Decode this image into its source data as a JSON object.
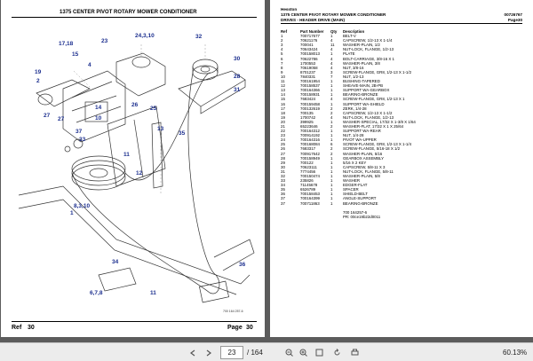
{
  "left_page": {
    "title": "1375 CENTER PIVOT ROTARY MOWER CONDITIONER",
    "footer_ref": "Ref",
    "footer_ref_num": "30",
    "footer_page": "Page",
    "footer_page_num": "30",
    "drawing_code": "700 164 257-6",
    "callouts": [
      "17,18",
      "15",
      "23",
      "24,3,10",
      "32",
      "30",
      "28",
      "31",
      "19",
      "2",
      "4",
      "14",
      "27",
      "37",
      "33",
      "10",
      "35",
      "8,3,10",
      "26",
      "25",
      "13",
      "11",
      "12",
      "6,7,8",
      "34",
      "11",
      "36",
      "1",
      "27"
    ]
  },
  "right_page": {
    "brand": "Hesston",
    "title": "1375 CENTER PIVOT ROTARY MOWER CONDITIONER",
    "doc_no": "00726767",
    "section": "DRIVES - HEADER DRIVE (MAIN)",
    "page_label": "Page30",
    "columns": [
      "Ref",
      "Part Number",
      "Qty",
      "Description"
    ],
    "rows": [
      [
        "1",
        "700717677",
        "1",
        "BELT-V"
      ],
      [
        "2",
        "70621176",
        "4",
        "CAPSCREW, 1/2-13 X 1-1/4"
      ],
      [
        "3",
        "700041",
        "11",
        "WASHER-PLAIN, 1/2"
      ],
      [
        "4",
        "70643424",
        "4",
        "NUT-LOCK, FLANGE, 1/2-13"
      ],
      [
        "5",
        "700158013",
        "1",
        "PLATE"
      ],
      [
        "6",
        "70622786",
        "4",
        "BOLT-CARRIAGE, 3/8-16 X 1"
      ],
      [
        "7",
        "1700553",
        "4",
        "WASHER-PLAIN, 3/8"
      ],
      [
        "8",
        "70619058",
        "4",
        "NUT, 3/8-16"
      ],
      [
        "9",
        "8701237",
        "3",
        "SCREW-FLANGE, GR8, 1/2-13 X 1-1/2"
      ],
      [
        "10",
        "7840331",
        "7",
        "NUT, 1/2-13"
      ],
      [
        "11",
        "700161954",
        "1",
        "BUSHING-TAPERED"
      ],
      [
        "12",
        "700158537",
        "1",
        "SHEAVE-MAIN, 2B-PB"
      ],
      [
        "13",
        "700164366",
        "1",
        "SUPPORT WA-GEARBOX"
      ],
      [
        "14",
        "700158931",
        "1",
        "BEARING-BRONZE"
      ],
      [
        "15",
        "7683424",
        "4",
        "SCREW-FLANGE, GR8, 1/2-13 X 1"
      ],
      [
        "16",
        "700159458",
        "1",
        "SUPPORT WA-SHIELD"
      ],
      [
        "17",
        "700132619",
        "2",
        "ZERK, 1/4-28"
      ],
      [
        "18",
        "700135",
        "2",
        "CAPSCREW, 1/2-13 X 1-1/2"
      ],
      [
        "19",
        "1700742",
        "4",
        "NUT-LOCK, FLANGE, 1/2-13"
      ],
      [
        "20",
        "399925",
        "1",
        "WASHER-SPECIAL, 17/32 X 1-3/8 X 1/64"
      ],
      [
        "21",
        "65223646",
        "2",
        "WASHER-FLAT, 17/32 X 1 X 25/64"
      ],
      [
        "22",
        "700164312",
        "1",
        "SUPPORT WA-REAR"
      ],
      [
        "23",
        "700914192",
        "1",
        "NUT, 1/4-28"
      ],
      [
        "24",
        "700164316",
        "1",
        "PIVOT WA-UPPER"
      ],
      [
        "25",
        "700168084",
        "6",
        "SCREW-FLANGE, GR8, 1/2-13 X 1-1/4"
      ],
      [
        "26",
        "7683317",
        "2",
        "SCREW-FLANGE, 5/16-18 X 1/2"
      ],
      [
        "27",
        "700917642",
        "2",
        "WASHER-PLAIN, 5/16"
      ],
      [
        "28",
        "700158949",
        "1",
        "GEARBOX ASSEMBLY"
      ],
      [
        "29",
        "700122",
        "1",
        "5/16 X 2 KEY"
      ],
      [
        "30",
        "70623111",
        "1",
        "CAPSCREW, 5/8-11 X 3"
      ],
      [
        "31",
        "7774456",
        "1",
        "NUT-LOCK, FLANGE, 5/8-11"
      ],
      [
        "32",
        "700150474",
        "1",
        "WASHER-PLAIN, 5/8"
      ],
      [
        "33",
        "235826",
        "1",
        "WASHER"
      ],
      [
        "34",
        "71145678",
        "1",
        "EDGER-FLAT"
      ],
      [
        "35",
        "6526789",
        "1",
        "SPACER"
      ],
      [
        "36",
        "700158453",
        "1",
        "SHIELD-BELT"
      ],
      [
        "37",
        "700164399",
        "1",
        "ANGLE-SUPPORT"
      ],
      [
        "37",
        "700711863",
        "1",
        "BEARING-BRONZE"
      ]
    ],
    "tail_1": "700 164257-6",
    "tail_2": "PR: 00ce19b22d0011"
  },
  "toolbar": {
    "current_page": "23",
    "total_pages": "/ 164",
    "zoom": "60.13%"
  },
  "colors": {
    "background": "#5c5c5c",
    "callout": "#1c2f8f",
    "toolbar": "#ececec"
  }
}
